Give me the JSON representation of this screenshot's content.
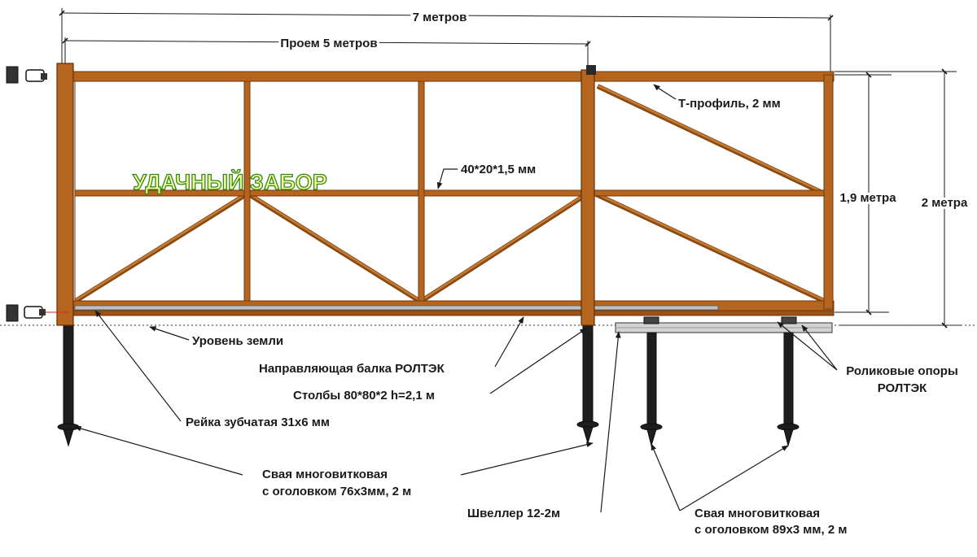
{
  "dimensions": {
    "total_width": "7 метров",
    "opening_width": "Проем 5 метров",
    "frame_height": "1,9 метра",
    "total_height": "2 метра"
  },
  "brand": "УДАЧНЫЙ ЗАБОР",
  "labels": {
    "t_profile": "Т-профиль, 2 мм",
    "profile_pipe": "40*20*1,5 мм",
    "ground_level": "Уровень земли",
    "guide_beam": "Направляющая балка РОЛТЭК",
    "posts": "Столбы 80*80*2 h=2,1 м",
    "gear_rack": "Рейка зубчатая 31х6 мм",
    "pile_small_line1": "Свая многовитковая",
    "pile_small_line2": "с оголовком 76х3мм, 2 м",
    "channel": "Швеллер 12-2м",
    "rollers_line1": "Роликовые опоры",
    "rollers_line2": "РОЛТЭК",
    "pile_large_line1": "Свая многовитковая",
    "pile_large_line2": "с оголовком 89х3 мм, 2 м"
  },
  "colors": {
    "frame": "#b5651d",
    "frame_dark": "#6e3a0e",
    "pile": "#1e1e1e",
    "channel": "#d2d2d2",
    "brand_fill": "#fafa9e",
    "brand_outline": "#2f8a1a"
  }
}
